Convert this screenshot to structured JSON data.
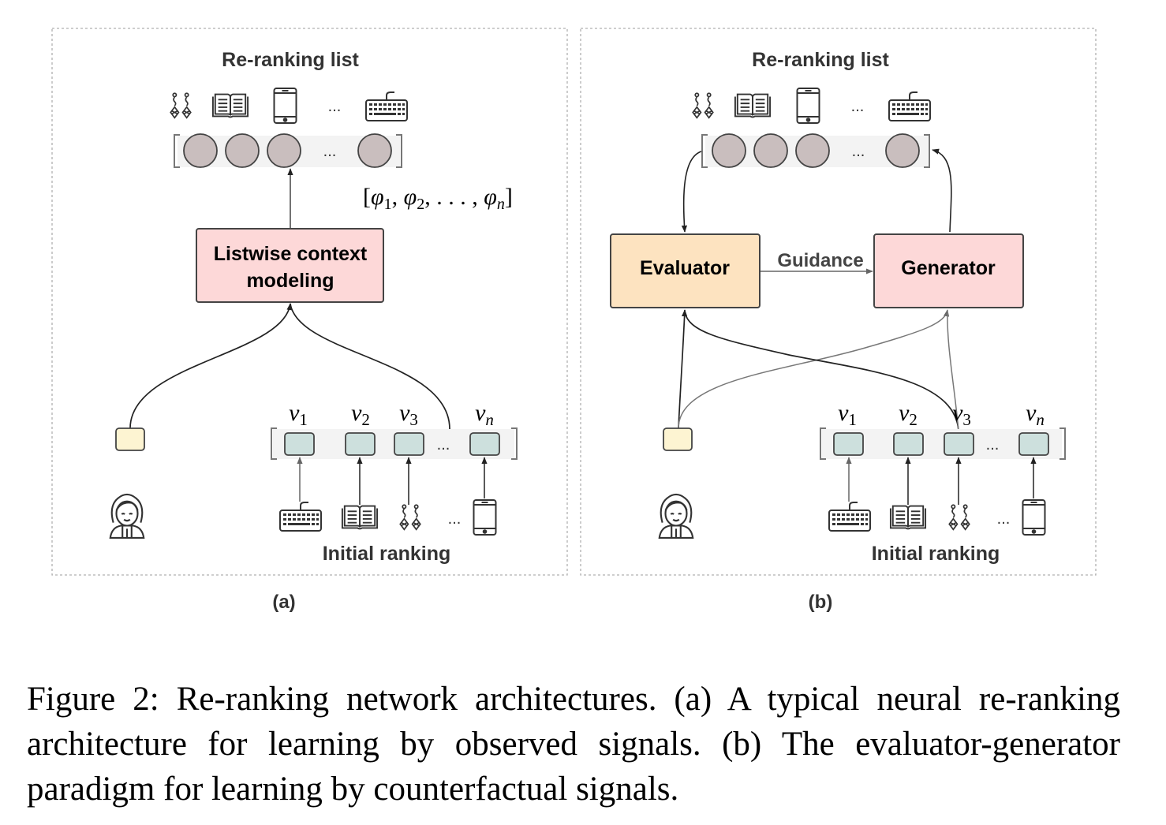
{
  "panel_a": {
    "title": "Re-ranking list",
    "model_label_line1": "Listwise context",
    "model_label_line2": "modeling",
    "score_vector": "[φ1, φ2, ..., φn]",
    "score_vector_parts": [
      "[",
      "φ",
      "1",
      ", ",
      "φ",
      "2",
      ", . . . , ",
      "φ",
      "n",
      "]"
    ],
    "items": [
      "v1",
      "v2",
      "v3",
      "vn"
    ],
    "item_subs": [
      "1",
      "2",
      "3",
      "n"
    ],
    "ellipsis": "...",
    "bottom_label": "Initial ranking",
    "sublabel": "(a)",
    "top_icons": [
      "earrings-icon",
      "book-icon",
      "phone-icon",
      "keyboard-icon"
    ],
    "bottom_icons": [
      "keyboard-icon",
      "book-icon",
      "earrings-icon",
      "phone-icon"
    ]
  },
  "panel_b": {
    "title": "Re-ranking list",
    "evaluator_label": "Evaluator",
    "generator_label": "Generator",
    "guidance_label": "Guidance",
    "items": [
      "v1",
      "v2",
      "v3",
      "vn"
    ],
    "item_subs": [
      "1",
      "2",
      "3",
      "n"
    ],
    "ellipsis": "...",
    "bottom_label": "Initial ranking",
    "sublabel": "(b)",
    "top_icons": [
      "earrings-icon",
      "book-icon",
      "phone-icon",
      "keyboard-icon"
    ],
    "bottom_icons": [
      "keyboard-icon",
      "book-icon",
      "earrings-icon",
      "phone-icon"
    ]
  },
  "caption": "Figure 2: Re-ranking network architectures. (a) A typical neural re-ranking architecture for learning by observed signals. (b) The evaluator-generator paradigm for learning by counterfactual signals.",
  "colors": {
    "model_box": "#fdd8d8",
    "evaluator_box": "#fde3c0",
    "user_box": "#fdf4d2",
    "item_box": "#cde0dd",
    "circle": "#c9bebe",
    "frame": "#b0b0b0"
  }
}
